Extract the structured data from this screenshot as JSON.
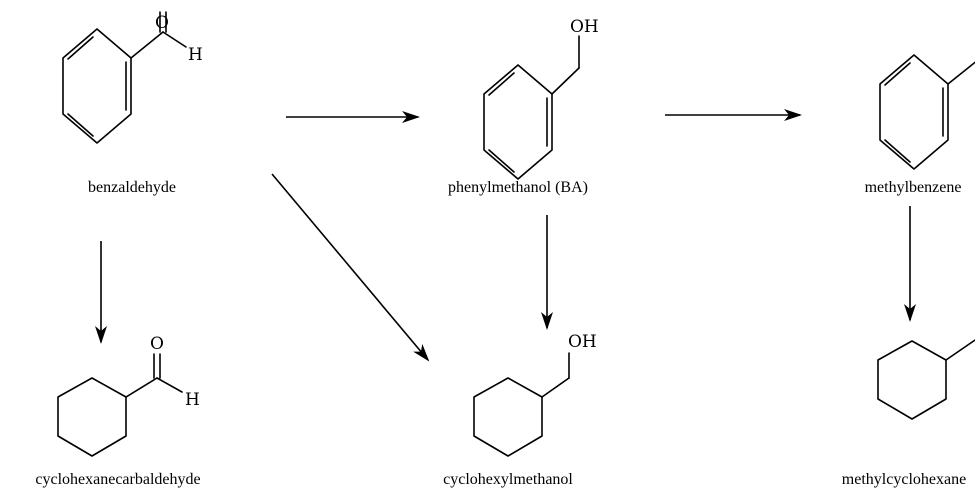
{
  "compounds": {
    "benzaldehyde": {
      "name": "benzaldehyde",
      "atoms": {
        "o": "O",
        "h": "H"
      }
    },
    "phenylmethanol": {
      "name": "phenylmethanol (BA)",
      "atoms": {
        "oh": "OH"
      }
    },
    "methylbenzene": {
      "name": "methylbenzene"
    },
    "cyclohexanecarbaldehyde": {
      "name": "cyclohexanecarbaldehyde",
      "atoms": {
        "o": "O",
        "h": "H"
      }
    },
    "cyclohexylmethanol": {
      "name": "cyclohexylmethanol",
      "atoms": {
        "oh": "OH"
      }
    },
    "methylcyclohexane": {
      "name": "methylcyclohexane"
    }
  },
  "reactions": [
    {
      "from": "benzaldehyde",
      "to": "phenylmethanol"
    },
    {
      "from": "phenylmethanol",
      "to": "methylbenzene"
    },
    {
      "from": "benzaldehyde",
      "to": "cyclohexanecarbaldehyde"
    },
    {
      "from": "benzaldehyde",
      "to": "cyclohexylmethanol"
    },
    {
      "from": "phenylmethanol",
      "to": "cyclohexylmethanol"
    },
    {
      "from": "methylbenzene",
      "to": "methylcyclohexane"
    }
  ]
}
